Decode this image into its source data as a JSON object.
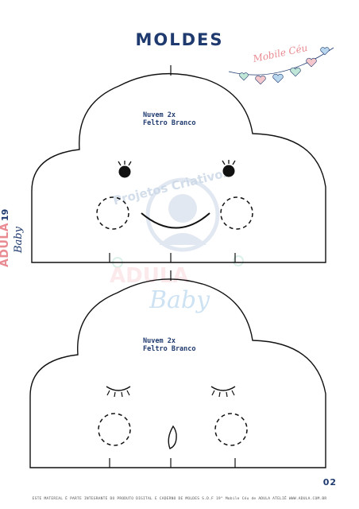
{
  "header": {
    "title": "MOLDES"
  },
  "banner": {
    "text": "Mobile Céu"
  },
  "pieces": [
    {
      "name_line": "Nuvem  2x",
      "material_line": "Feltro Branco"
    },
    {
      "name_line": "Nuvem  2x",
      "material_line": "Feltro Branco"
    }
  ],
  "watermark": {
    "text": "Projetos Criativos",
    "brand_text": "Baby"
  },
  "sidebar": {
    "brand": "ADULA",
    "issue": "19",
    "script": "Baby"
  },
  "footer": {
    "text": "ESTE MATERIAL É PARTE INTEGRANTE DO PRODUTO DIGITAL E CADERNO DE MOLDES S.D.F 19° Mobile Céu de ADULA ATELIÊ WWW.ADULA.COM.BR"
  },
  "page": {
    "number": "02"
  },
  "colors": {
    "navy": "#1f3a6e",
    "pink": "#e98b92",
    "mint": "#bfe6d6",
    "sky": "#b9d6ef",
    "watermark": "#c9d6e6"
  }
}
